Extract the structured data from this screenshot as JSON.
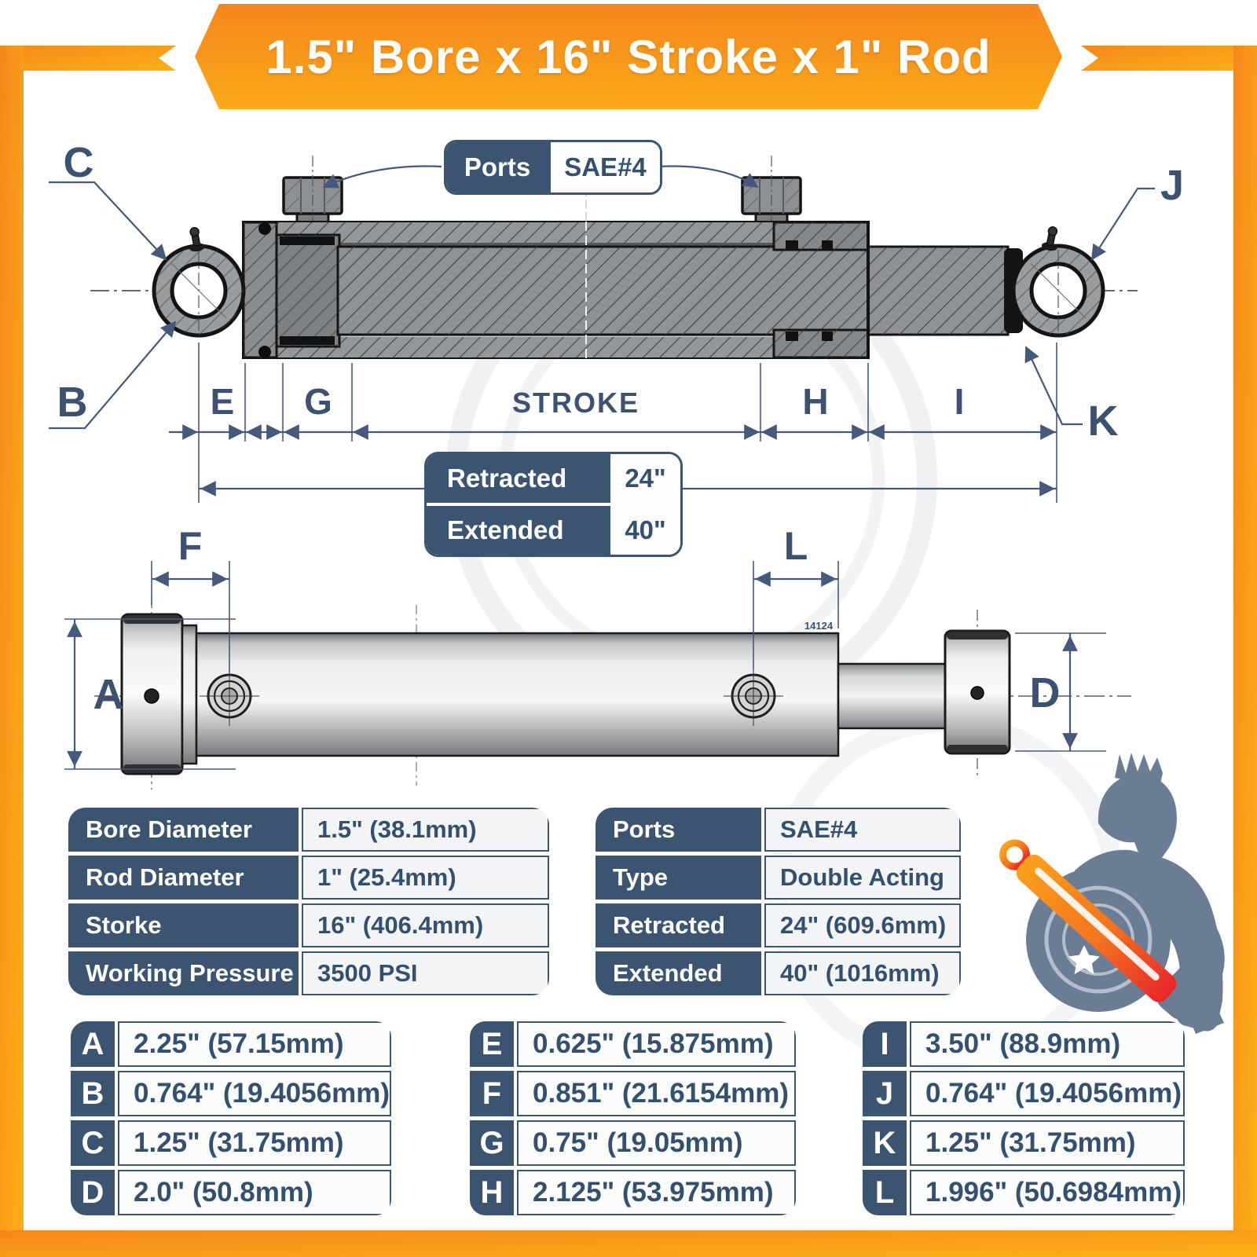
{
  "banner": {
    "title": "1.5\" Bore x 16\" Stroke x 1\" Rod"
  },
  "ports_callout": {
    "label": "Ports",
    "value": "SAE#4"
  },
  "cutaway": {
    "stroke_label": "STROKE",
    "letters": {
      "c": "C",
      "b": "B",
      "e": "E",
      "g": "G",
      "h": "H",
      "i": "I",
      "j": "J",
      "k": "K"
    }
  },
  "length_callout": {
    "rows": [
      {
        "label": "Retracted",
        "value": "24\""
      },
      {
        "label": "Extended",
        "value": "40\""
      }
    ]
  },
  "side_view": {
    "letters": {
      "a": "A",
      "f": "F",
      "l": "L",
      "d": "D"
    },
    "part_marking": "14124"
  },
  "spec_left": {
    "rows": [
      {
        "label": "Bore Diameter",
        "value": "1.5\" (38.1mm)"
      },
      {
        "label": "Rod Diameter",
        "value": "1\" (25.4mm)"
      },
      {
        "label": "Storke",
        "value": "16\" (406.4mm)"
      },
      {
        "label": "Working Pressure",
        "value": "3500 PSI"
      }
    ]
  },
  "spec_right": {
    "rows": [
      {
        "label": "Ports",
        "value": "SAE#4"
      },
      {
        "label": "Type",
        "value": "Double Acting"
      },
      {
        "label": "Retracted",
        "value": "24\" (609.6mm)"
      },
      {
        "label": "Extended",
        "value": "40\" (1016mm)"
      }
    ]
  },
  "dim_tables": [
    {
      "rows": [
        {
          "key": "A",
          "value": "2.25\" (57.15mm)"
        },
        {
          "key": "B",
          "value": "0.764\" (19.4056mm)"
        },
        {
          "key": "C",
          "value": "1.25\" (31.75mm)"
        },
        {
          "key": "D",
          "value": "2.0\" (50.8mm)"
        }
      ]
    },
    {
      "rows": [
        {
          "key": "E",
          "value": "0.625\" (15.875mm)"
        },
        {
          "key": "F",
          "value": "0.851\" (21.6154mm)"
        },
        {
          "key": "G",
          "value": "0.75\" (19.05mm)"
        },
        {
          "key": "H",
          "value": "2.125\" (53.975mm)"
        }
      ]
    },
    {
      "rows": [
        {
          "key": "I",
          "value": "3.50\" (88.9mm)"
        },
        {
          "key": "J",
          "value": "0.764\" (19.4056mm)"
        },
        {
          "key": "K",
          "value": "1.25\" (31.75mm)"
        },
        {
          "key": "L",
          "value": "1.996\" (50.6984mm)"
        }
      ]
    }
  ],
  "colors": {
    "accent_orange": "#F6891E",
    "navy": "#3B5470"
  }
}
